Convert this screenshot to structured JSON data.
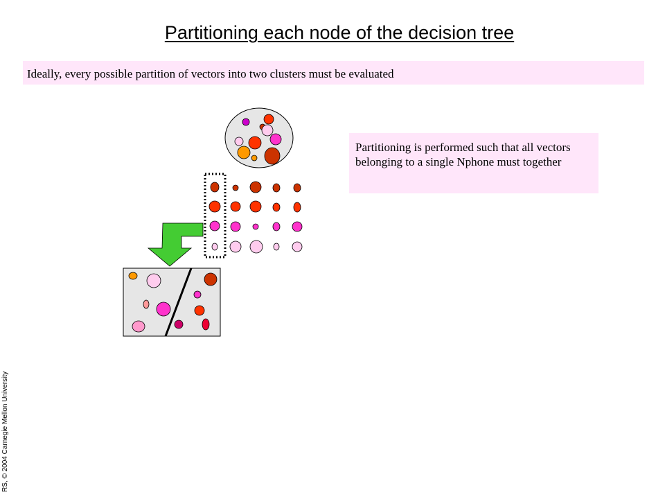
{
  "slide": {
    "title": "Partitioning each node of the decision tree",
    "note_top": "Ideally, every possible partition of vectors into two clusters must be evaluated",
    "note_right": "Partitioning is performed such that all vectors belonging to a single Nphone must together",
    "footer": "RS, © 2004 Carnegie Mellon University"
  },
  "colors": {
    "note_background": "#ffe6fa",
    "circle_fill": "#e6e6e6",
    "arrow_green": "#44cc33",
    "dark_red": "#cc3300",
    "red": "#ff3300",
    "magenta": "#ff33cc",
    "pink": "#ffccee",
    "orange": "#ff9900",
    "purple": "#cc00cc"
  }
}
